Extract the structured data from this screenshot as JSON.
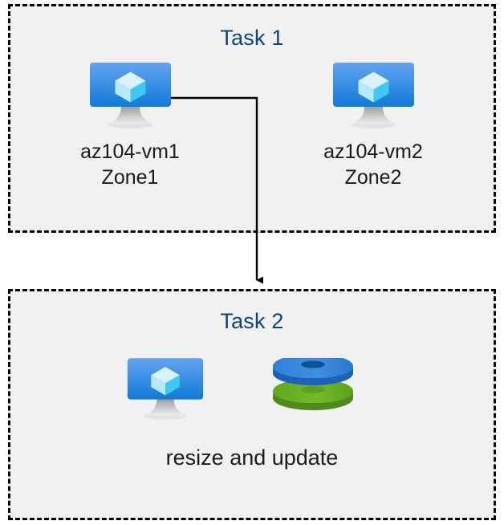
{
  "diagram": {
    "title": "",
    "background_color": "#ffffff",
    "box_fill_color": "#f1f1f1",
    "box_border_color": "#000000",
    "title_color": "#0f4574",
    "label_color": "#1a1a1a",
    "connector_color": "#000000"
  },
  "task1": {
    "title": "Task 1",
    "nodes": [
      {
        "icon": "virtual-machine-icon",
        "label": "az104-vm1\nZone1",
        "name": "az104-vm1",
        "zone": "Zone1"
      },
      {
        "icon": "virtual-machine-icon",
        "label": "az104-vm2\nZone2",
        "name": "az104-vm2",
        "zone": "Zone2"
      }
    ]
  },
  "task2": {
    "title": "Task 2",
    "caption": "resize and update",
    "nodes": [
      {
        "icon": "virtual-machine-icon"
      },
      {
        "icon": "managed-disks-icon"
      }
    ]
  },
  "connector": {
    "from": "az104-vm1",
    "to": "Task 2",
    "style": "elbow-arrow"
  },
  "colors": {
    "vm_screen_top": "#5ea0ef",
    "vm_screen_bottom": "#0f7bd8",
    "vm_cube_light": "#d6f2fd",
    "vm_cube_mid": "#9fe3fa",
    "vm_cube_dark": "#32c5f4",
    "vm_stand_light": "#d8d8d8",
    "vm_stand_dark": "#8f8f8f",
    "disk_blue_top": "#3e8bdc",
    "disk_blue_side": "#1b6cc4",
    "disk_blue_hole": "#0e5299",
    "disk_green_top": "#6eb52a",
    "disk_green_side": "#56911f",
    "disk_green_hole": "#5d9e24"
  }
}
